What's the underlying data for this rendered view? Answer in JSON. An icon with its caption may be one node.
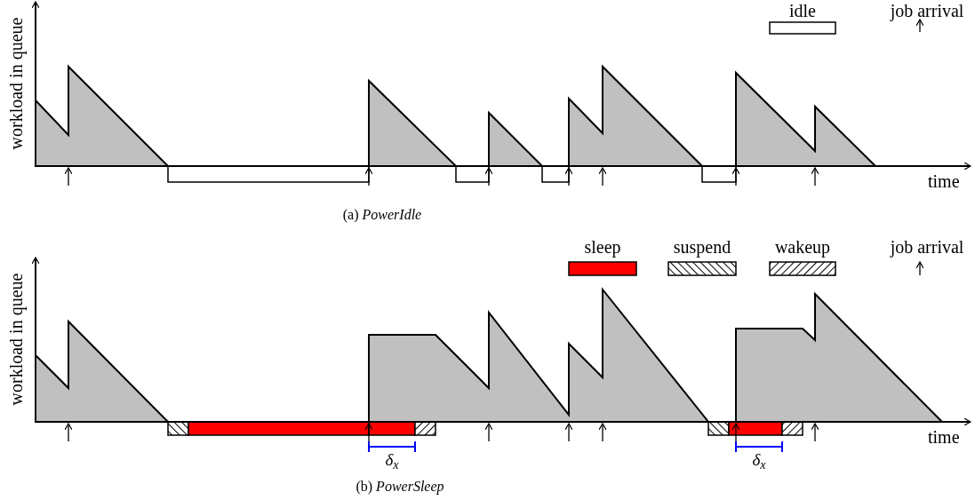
{
  "diagram": {
    "labels": [
      "workload in queue",
      "time",
      "(a) *PowerIdle*",
      "workload in queue",
      "time",
      "δ$_{x}$",
      "δ$_{x}$",
      "(b) *PowerSleep*"
    ],
    "legend": [
      {
        "text": "idle"
      },
      {
        "text": "job arrival"
      },
      {
        "text": "sleep",
        "color": "#ff0000"
      },
      {
        "text": "suspend"
      },
      {
        "text": "wakeup"
      },
      {
        "text": "job arrival"
      }
    ]
  }
}
